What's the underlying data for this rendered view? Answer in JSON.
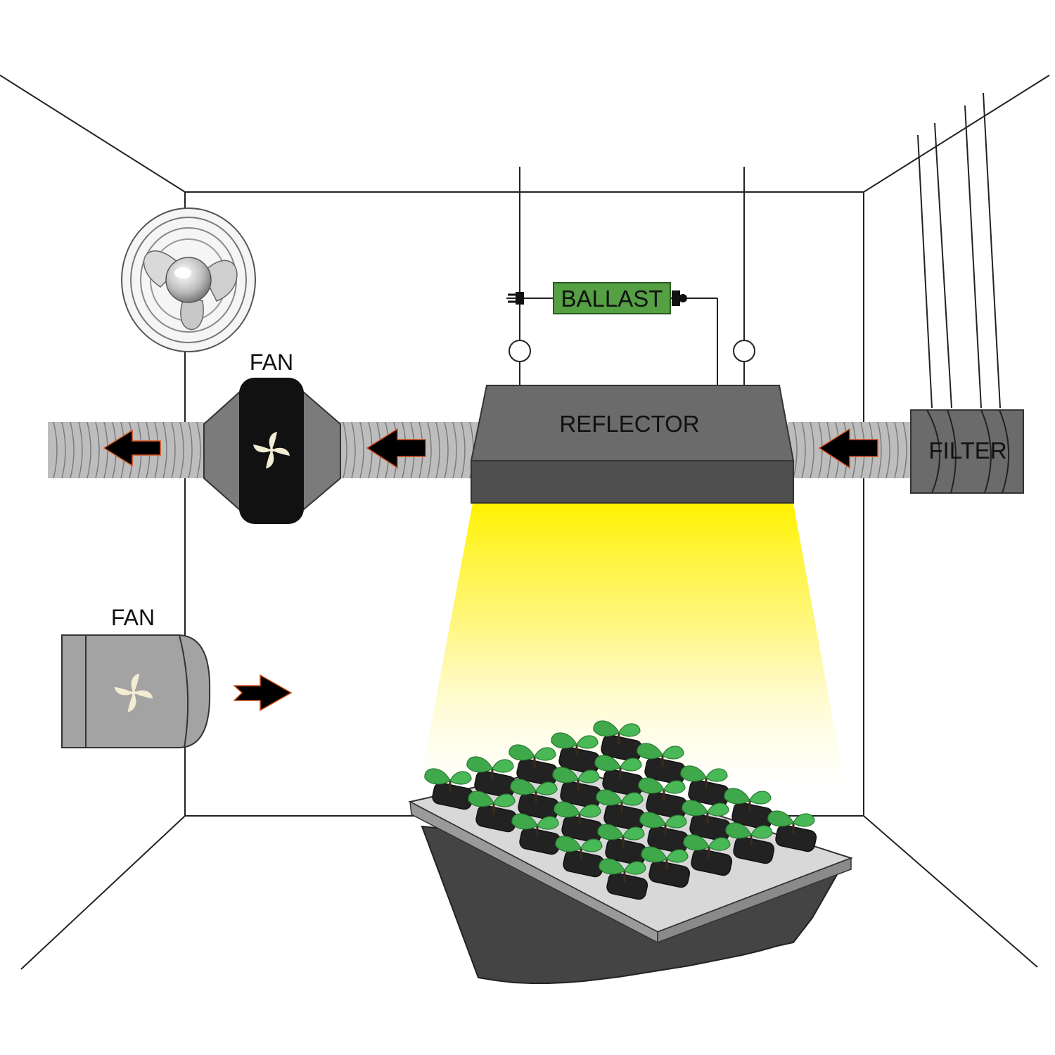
{
  "labels": {
    "fan_inline": "FAN",
    "fan_intake": "FAN",
    "ballast": "BALLAST",
    "reflector": "REFLECTOR",
    "filter": "FILTER"
  },
  "colors": {
    "ballast_fill": "#55a043",
    "light_beam": "#fff200",
    "duct": "#bdbdbd",
    "reflector": "#6b6b6b",
    "filter": "#6b6b6b",
    "inline_fan_body": "#111111",
    "intake_fan_body": "#a3a3a3",
    "fan_blade": "#f2ecd2",
    "arrow": "#000000",
    "arrow_outline": "#d4501c",
    "leaf": "#3ea84b",
    "tray": "#444444",
    "tray_top": "#d8d8d8",
    "cell": "#222222"
  },
  "icons": [
    "oscillating-fan-icon",
    "fan-blade-icon",
    "plug-icon",
    "arrow-left-icon",
    "arrow-right-icon",
    "seedling-icon"
  ]
}
